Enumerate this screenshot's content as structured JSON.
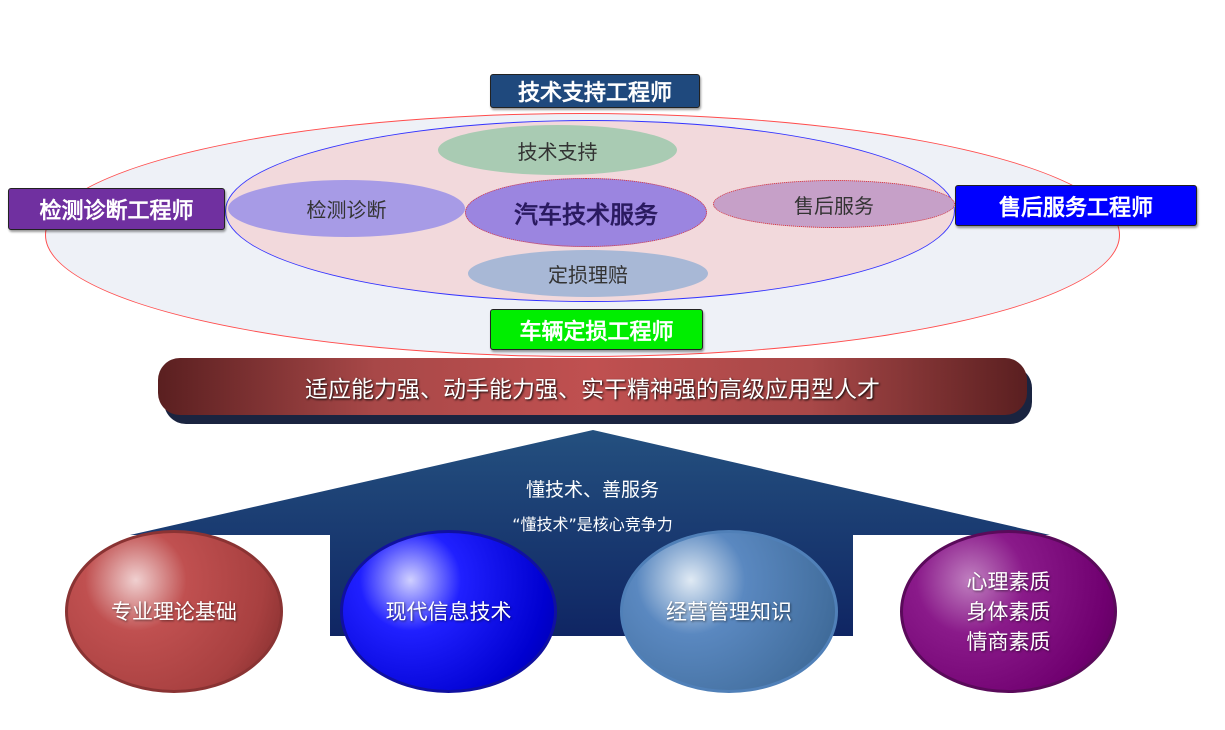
{
  "roles": {
    "tech_support_engineer": "技术支持工程师",
    "diagnosis_engineer": "检测诊断工程师",
    "after_sales_engineer": "售后服务工程师",
    "loss_assessment_engineer": "车辆定损工程师"
  },
  "services": {
    "center": "汽车技术服务",
    "tech_support": "技术支持",
    "diagnosis": "检测诊断",
    "after_sales": "售后服务",
    "claims": "定损理赔"
  },
  "banner": "适应能力强、动手能力强、实干精神强的高级应用型人才",
  "house": {
    "line1": "懂技术、善服务",
    "line2": "“懂技术”是核心竞争力"
  },
  "pillars": [
    {
      "label": "专业理论基础"
    },
    {
      "label": "现代信息技术"
    },
    {
      "label": "经营管理知识"
    },
    {
      "lines": [
        "心理素质",
        "身体素质",
        "情商素质"
      ]
    }
  ]
}
